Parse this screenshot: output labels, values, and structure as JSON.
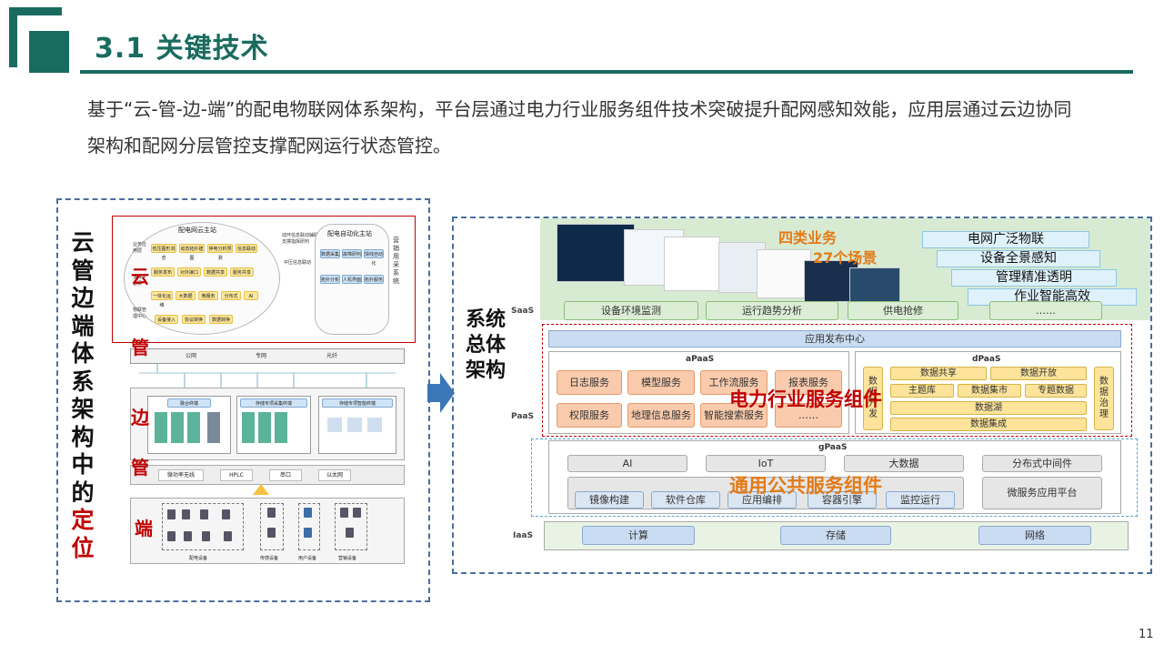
{
  "header": {
    "title": "3.1 关键技术"
  },
  "intro": {
    "text": "基于“云-管-边-端”的配电物联网体系架构，平台层通过电力行业服务组件技术突破提升配网感知效能，应用层通过云边协同架构和配网分层管控支撑配网运行状态管控。"
  },
  "left": {
    "vertical_title_main": "云管边端体系架构中的",
    "vertical_title_highlight": "定位",
    "layers": {
      "cloud": "云",
      "pipe1": "管",
      "edge": "边",
      "pipe2": "管",
      "terminal": "端"
    },
    "cloud_diagram": {
      "cloud_title": "配电网云主站",
      "auto_title": "配电自动化主站",
      "marketing": "营销用采系统",
      "cloud_cells": [
        "低压图形浏览",
        "动态拓扑建图",
        "停电分析预测",
        "信息联动",
        "服务发布",
        "对外接口",
        "数据共享",
        "服务共享",
        "一体化运维",
        "大数据",
        "微服务",
        "分布式",
        "AI",
        "设备接入",
        "协议转换",
        "数据转换"
      ],
      "cloud_side": [
        "业务应用层",
        "支撑平台层",
        "物联管理中心"
      ],
      "auto_cells": [
        "数据采集",
        "故障研判",
        "馈线自动化",
        "拓扑分析",
        "人机界面",
        "拓扑服务"
      ],
      "mid_text": [
        "动环信息联动辅助支撑指挥研判",
        "中压信息联动"
      ],
      "pipe1_cells": [
        "公网",
        "专网",
        "光纤"
      ],
      "edge_cells": [
        "融合终端",
        "存储专项采集终端",
        "存储专项智能终端"
      ],
      "pipe2_cells": [
        "微功率无线",
        "HPLC",
        "串口",
        "以太网"
      ],
      "terminal_groups": [
        "配电设备",
        "传感设备",
        "用户设备",
        "营销设备"
      ]
    }
  },
  "right": {
    "title_lines": [
      "系统",
      "总体",
      "架构"
    ],
    "banner": {
      "biz1": "四类业务",
      "biz2": "27个场景",
      "features": [
        "电网广泛物联",
        "设备全景感知",
        "管理精准透明",
        "作业智能高效"
      ]
    },
    "row_labels": {
      "saas": "SaaS",
      "paas": "PaaS",
      "iaas": "IaaS"
    },
    "saas_cells": [
      "设备环境监测",
      "运行趋势分析",
      "供电抢修",
      "……"
    ],
    "app_center": "应用发布中心",
    "apaas": {
      "title": "aPaaS",
      "services": [
        "日志服务",
        "模型服务",
        "工作流服务",
        "报表服务",
        "权限服务",
        "地理信息服务",
        "智能搜索服务",
        "……"
      ]
    },
    "dpaas": {
      "title": "dPaaS",
      "left_tag": "数据开发",
      "right_tag": "数据治理",
      "services": [
        "数据共享",
        "数据开放",
        "主题库",
        "数据集市",
        "专题数据",
        "数据湖",
        "数据集成"
      ]
    },
    "gpaas": {
      "title": "gPaaS",
      "top": [
        "AI",
        "IoT",
        "大数据",
        "分布式中间件"
      ],
      "sub": [
        "镜像构建",
        "软件仓库",
        "应用编排",
        "容器引擎",
        "监控运行"
      ],
      "micro": "微服务应用平台"
    },
    "overlay_red": "电力行业服务组件",
    "overlay_orange": "通用公共服务组件",
    "iaas_cells": [
      "计算",
      "存储",
      "网络"
    ]
  },
  "page_number": "11"
}
